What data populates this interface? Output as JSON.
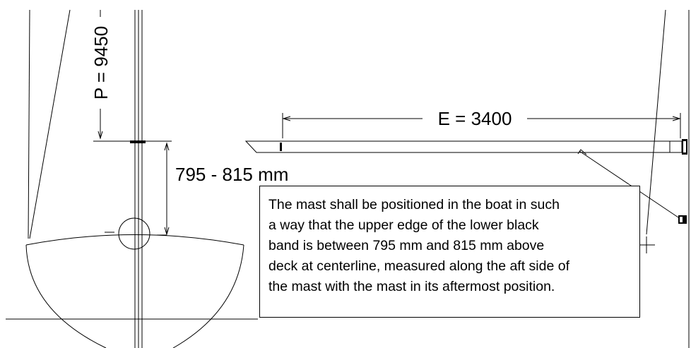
{
  "labels": {
    "p_dimension": "P = 9450",
    "e_dimension": "E = 3400",
    "band_height": "795 - 815 mm"
  },
  "note": {
    "lines": [
      "The mast shall be positioned in the boat in such",
      "a way that the upper edge of the lower black",
      "band is between 795 mm and 815 mm above",
      "deck at centerline, measured along the aft side of",
      "the mast with the mast in its aftermost position."
    ]
  },
  "colors": {
    "line": "#000000",
    "background": "#ffffff"
  }
}
